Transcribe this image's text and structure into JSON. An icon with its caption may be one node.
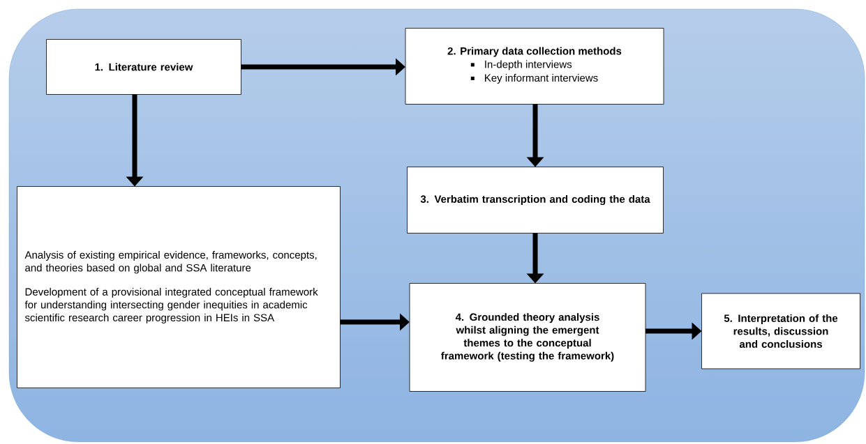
{
  "diagram": {
    "nodes": [
      {
        "text": [
          "1. Literature review"
        ]
      },
      {
        "text": [
          "2. Primary data collection methods",
          "In-depth interviews",
          "Key informant interviews"
        ]
      },
      {
        "text": [
          "3. Verbatim transcription and coding the data"
        ]
      },
      {
        "text": [
          "Analysis of existing empirical evidence, frameworks, concepts, and theories based on global and SSA literature",
          "Development of a provisional integrated conceptual framework for understanding intersecting gender inequities in academic scientific research career progression in HEIs in SSA"
        ]
      },
      {
        "text": [
          "4. Grounded theory analysis whilst aligning the emergent themes to the conceptual framework (testing the framework)"
        ]
      },
      {
        "text": [
          "5. Interpretation of the results, discussion and conclusions"
        ]
      }
    ],
    "edges": [
      {
        "from": 0,
        "to": 1,
        "arrow": "to"
      },
      {
        "from": 0,
        "to": 3,
        "arrow": "to"
      },
      {
        "from": 1,
        "to": 2,
        "arrow": "to"
      },
      {
        "from": 2,
        "to": 4,
        "arrow": "to"
      },
      {
        "from": 3,
        "to": 4,
        "arrow": "to"
      },
      {
        "from": 4,
        "to": 5,
        "arrow": "to"
      }
    ]
  }
}
